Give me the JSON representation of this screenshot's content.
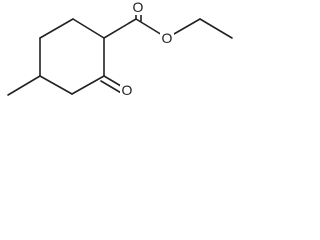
{
  "structure": {
    "atoms": {
      "carbonyl_oxygen_ester": "O",
      "ether_oxygen": "O",
      "ketone_oxygen": "O"
    },
    "colors": {
      "bond": "#222222",
      "background": "#ffffff"
    }
  }
}
